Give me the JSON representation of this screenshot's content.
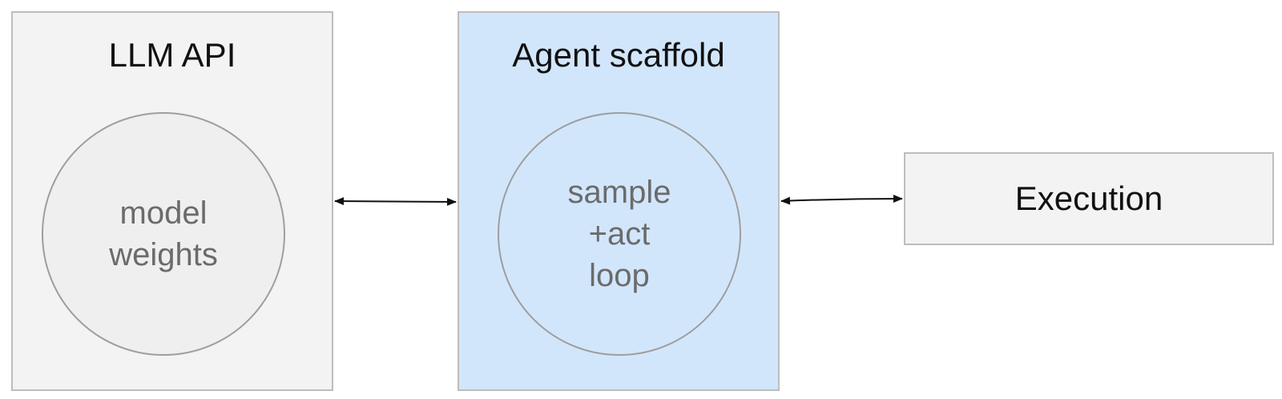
{
  "diagram": {
    "llm_api": {
      "title": "LLM API",
      "inner": [
        "model",
        "weights"
      ]
    },
    "agent_scaffold": {
      "title": "Agent scaffold",
      "inner": [
        "sample",
        "+act",
        "loop"
      ]
    },
    "execution": {
      "title": "Execution"
    }
  },
  "colors": {
    "llm_box_fill": "#f3f3f3",
    "agent_box_fill": "#d2e6fb",
    "execution_box_fill": "#f3f3f3",
    "border": "#bdbdbd",
    "arrow": "#111111"
  }
}
